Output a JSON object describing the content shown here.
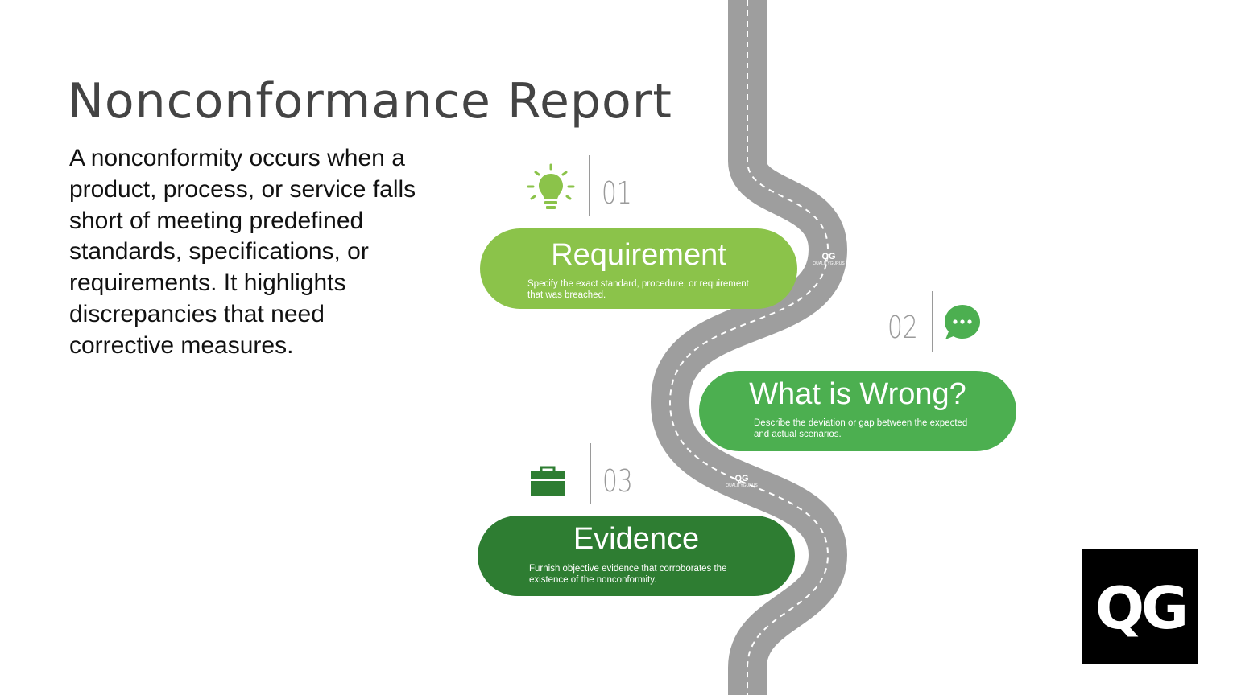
{
  "title": "Nonconformance Report",
  "intro": "A nonconformity occurs when a\nproduct, process, or service falls\n short of meeting predefined\nstandards, specifications, or\nrequirements. It highlights\ndiscrepancies that need\ncorrective measures.",
  "steps": [
    {
      "number": "01",
      "title": "Requirement",
      "description": "Specify the exact standard, procedure, or requirement\n that was breached.",
      "icon": "lightbulb-icon",
      "color": "#8bc34a"
    },
    {
      "number": "02",
      "title": "What is Wrong?",
      "description": "Describe the deviation or gap between the expected\nand actual scenarios.",
      "icon": "chat-bubble-icon",
      "color": "#4caf50"
    },
    {
      "number": "03",
      "title": "Evidence",
      "description": "Furnish objective evidence that corroborates the\nexistence of the nonconformity.",
      "icon": "briefcase-icon",
      "color": "#2e7d32"
    }
  ],
  "road_marks": [
    {
      "letters": "QG",
      "text": "QUALITYGURUS"
    },
    {
      "letters": "QG",
      "text": "QUALITYGURUS"
    }
  ],
  "logo": {
    "letters": "QG"
  },
  "colors": {
    "road": "#9e9e9e",
    "road_dash": "#ffffff",
    "title_text": "#444444",
    "number_gray": "#9a9a9a",
    "logo_bg": "#000000"
  }
}
